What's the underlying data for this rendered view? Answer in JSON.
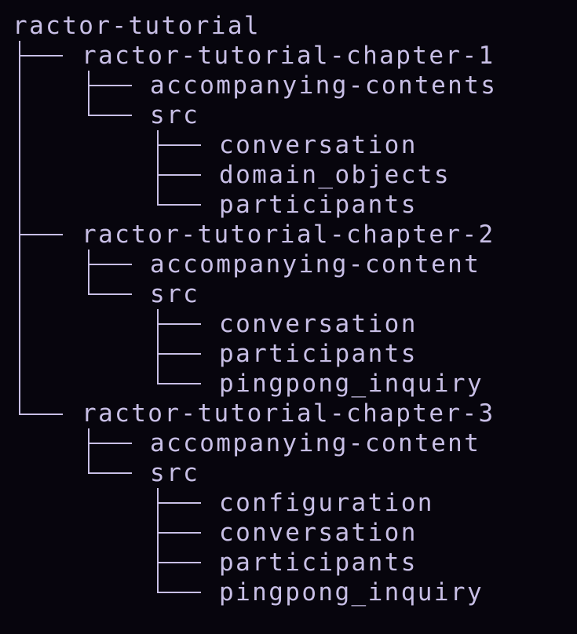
{
  "tree": {
    "root": "ractor-tutorial",
    "chapters": [
      {
        "name": "ractor-tutorial-chapter-1",
        "accompanying": "accompanying-contents",
        "src": "src",
        "src_children": [
          "conversation",
          "domain_objects",
          "participants"
        ]
      },
      {
        "name": "ractor-tutorial-chapter-2",
        "accompanying": "accompanying-content",
        "src": "src",
        "src_children": [
          "conversation",
          "participants",
          "pingpong_inquiry"
        ]
      },
      {
        "name": "ractor-tutorial-chapter-3",
        "accompanying": "accompanying-content",
        "src": "src",
        "src_children": [
          "configuration",
          "conversation",
          "participants",
          "pingpong_inquiry"
        ]
      }
    ]
  },
  "colors": {
    "background": "#07050d",
    "text": "#c8bfe6"
  }
}
